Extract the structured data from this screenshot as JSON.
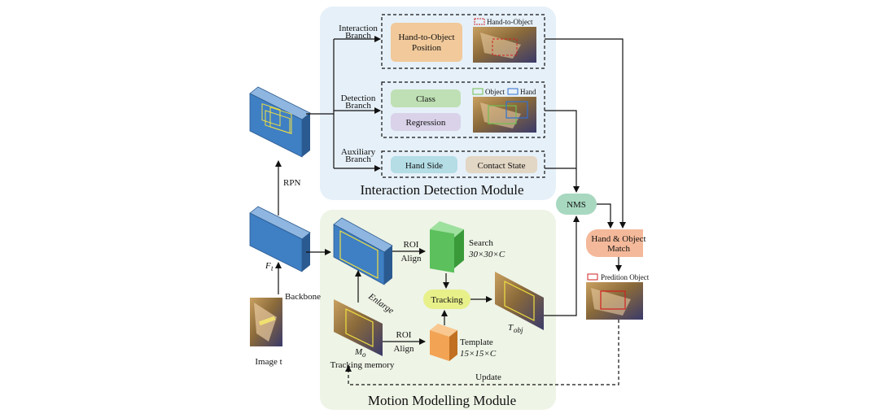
{
  "modules": {
    "interaction_detection": "Interaction Detection Module",
    "motion_modelling": "Motion Modelling Module"
  },
  "branches": {
    "interaction": [
      "Interaction",
      "Branch"
    ],
    "detection": [
      "Detection",
      "Branch"
    ],
    "auxiliary": [
      "Auxiliary",
      "Branch"
    ]
  },
  "boxes": {
    "hand_to_object": [
      "Hand-to-Object",
      "Position"
    ],
    "class": "Class",
    "regression": "Regression",
    "hand_side": "Hand Side",
    "contact_state": "Contact State",
    "nms": "NMS",
    "match": [
      "Hand & Object",
      "Match"
    ],
    "tracking": "Tracking"
  },
  "legends": {
    "hand_to_object": "Hand-to-Object",
    "object": "Object",
    "hand": "Hand",
    "prediction": "Predition Object"
  },
  "labels": {
    "rpn": "RPN",
    "backbone": "Backbone",
    "image": "Image t",
    "f_t": "F",
    "f_t_sub": "t",
    "roi_top": [
      "ROI",
      "Align"
    ],
    "roi_bottom": [
      "ROI",
      "Align"
    ],
    "search": [
      "Search",
      "30×30×C"
    ],
    "template": [
      "Template",
      "15×15×C"
    ],
    "enlarge": "Enlarge",
    "m_o": "M",
    "m_o_sub": "o",
    "tracking_memory": "Tracking memory",
    "t_obj": "T",
    "t_obj_sub": "obj",
    "update": "Update"
  },
  "colors": {
    "idm_bg": "#e6f0f8",
    "mmm_bg": "#eef4e6",
    "blue_block": "#3f7fc4",
    "hand_obj_box": "#f1c99a",
    "class_box": "#bfe0b4",
    "regression_box": "#d9d2e9",
    "hand_side_box": "#b4dde6",
    "contact_box": "#e2d6c4",
    "nms_box": "#a8d8c0",
    "match_box": "#f4b99a",
    "tracking_box": "#e8f08a",
    "search_cube": "#5cc05c",
    "template_cube": "#f2a354"
  }
}
